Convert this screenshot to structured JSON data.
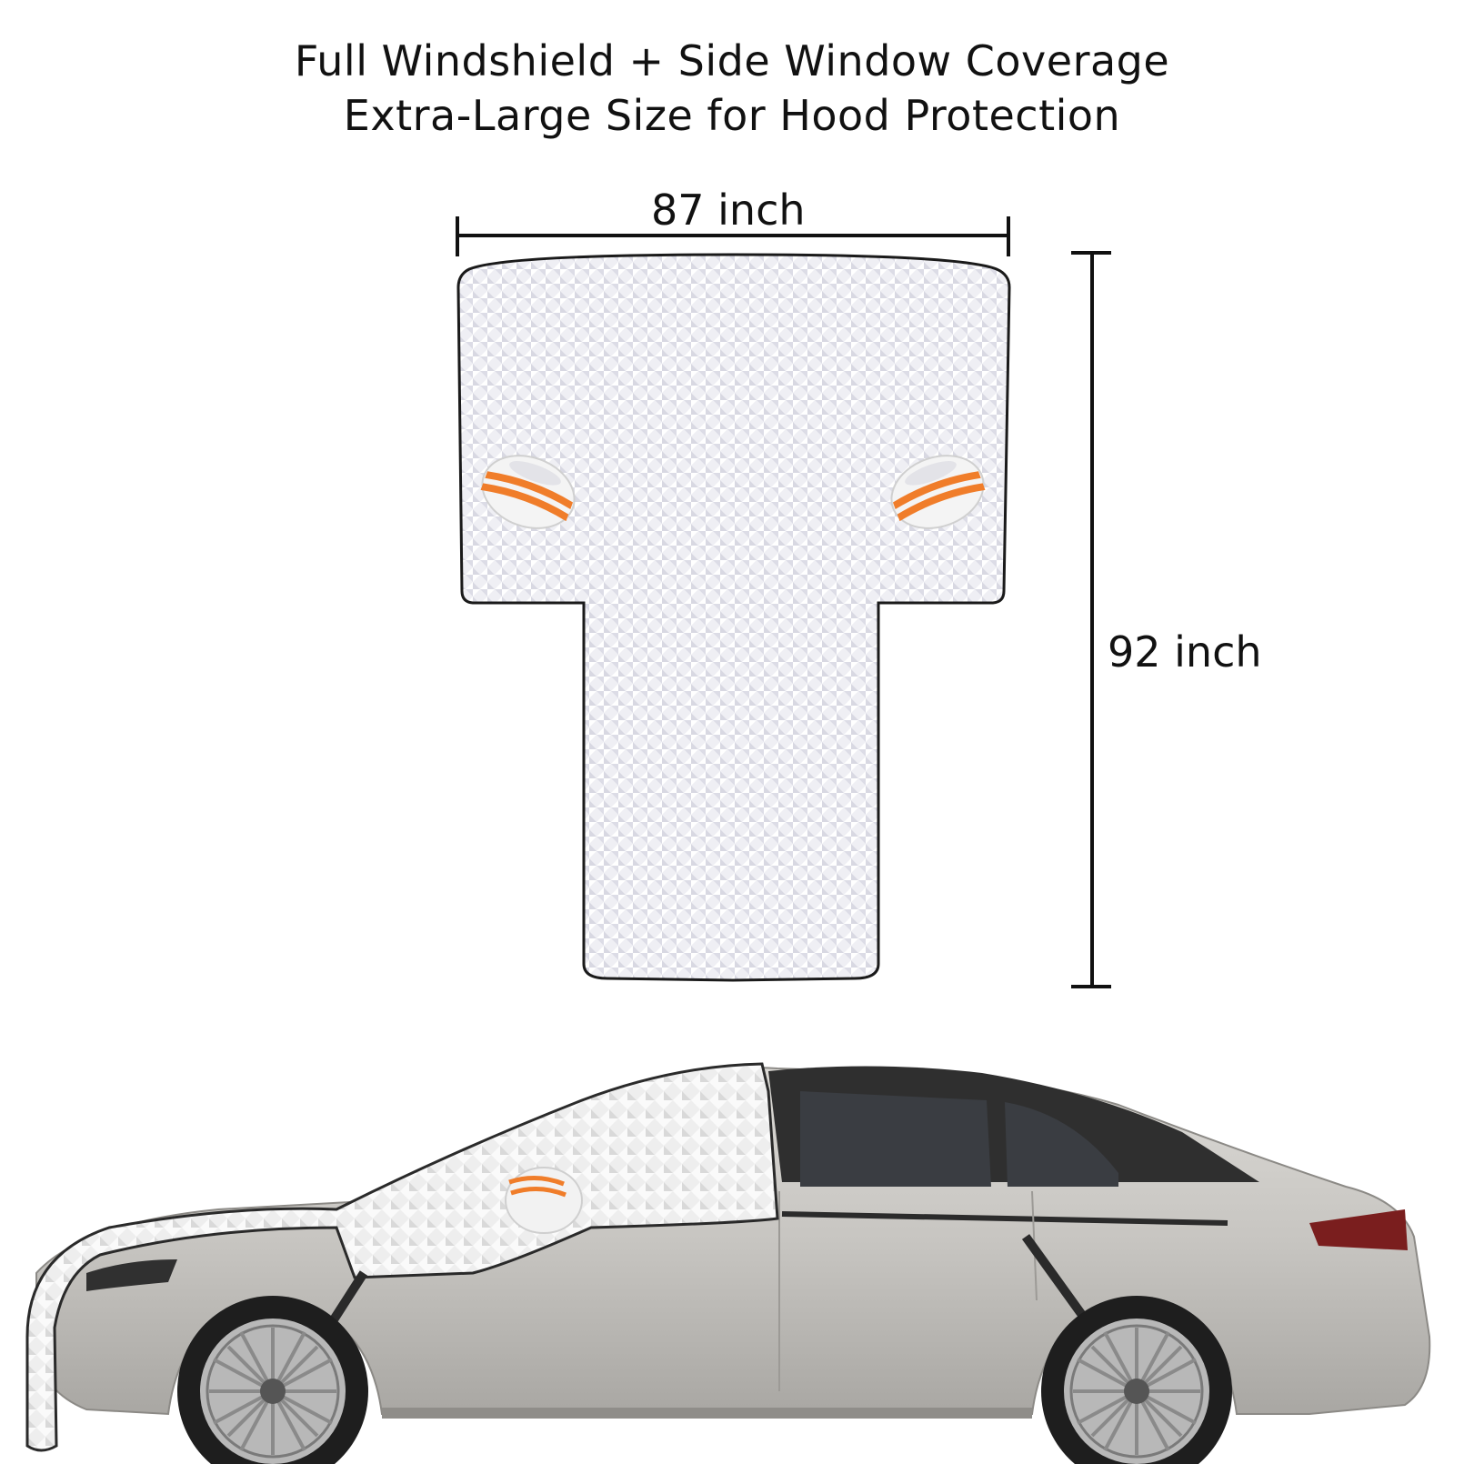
{
  "header": {
    "line1": "Full Windshield + Side Window Coverage",
    "line2": "Extra-Large Size for Hood Protection"
  },
  "dimensions": {
    "width_label": "87 inch",
    "height_label": "92 inch"
  },
  "colors": {
    "cover_fill": "#eeeef3",
    "cover_edge": "#1a1a1a",
    "mirror_stripe": "#f07d2a",
    "car_body": "#c9c7c3",
    "car_dark": "#2a2a2a"
  },
  "icons": {
    "left_mirror": "mirror-pocket-icon",
    "right_mirror": "mirror-pocket-icon"
  }
}
